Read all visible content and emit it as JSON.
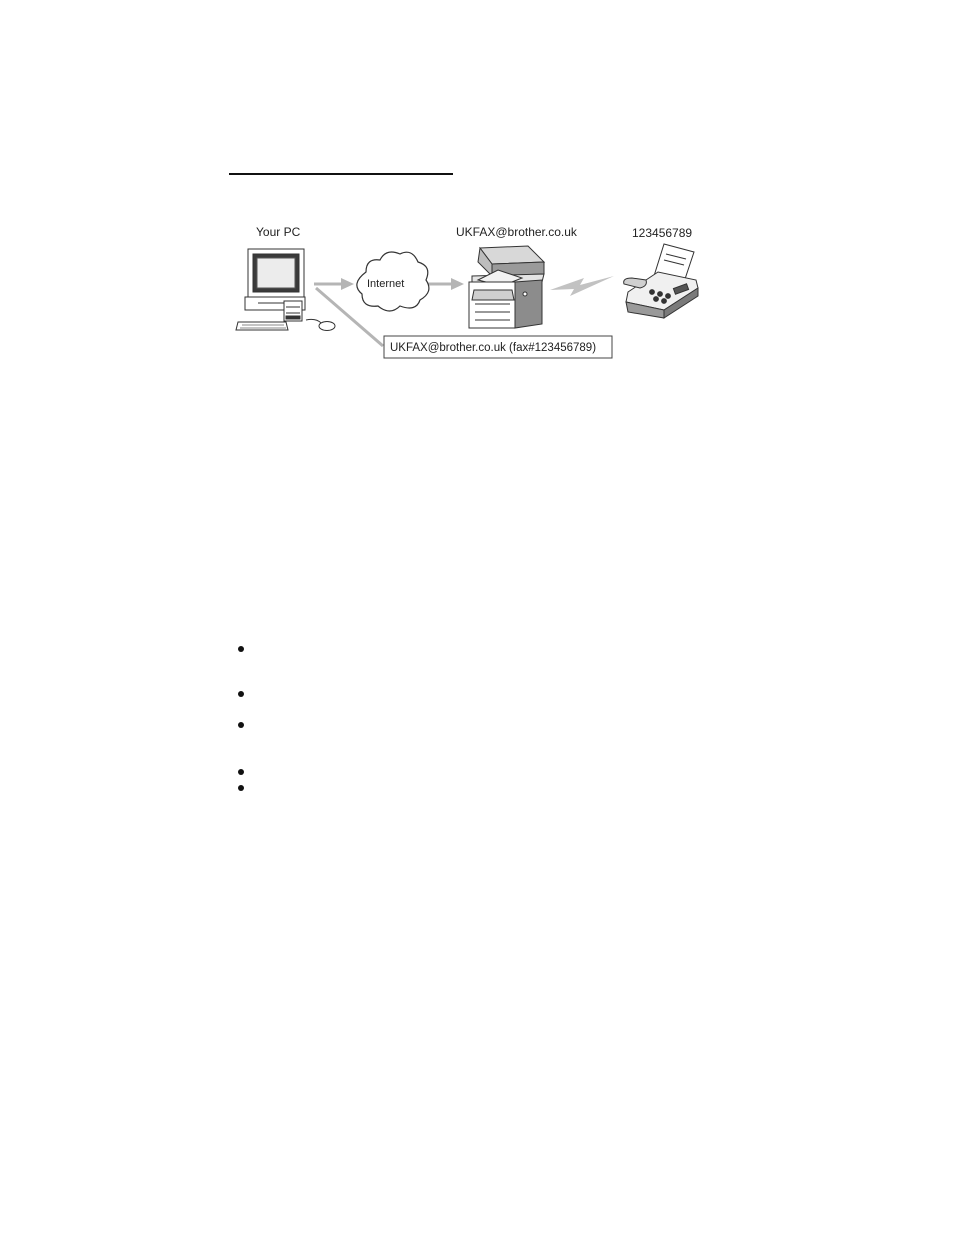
{
  "diagram": {
    "pc_label": "Your PC",
    "internet_label": "Internet",
    "printer_label": "UKFAX@brother.co.uk",
    "fax_label": "123456789",
    "address_box_text": "UKFAX@brother.co.uk (fax#123456789)",
    "colors": {
      "arrow": "#b5b5b5",
      "outline": "#333333",
      "box_border": "#444444"
    }
  },
  "bullet_list": {
    "item_count": 5
  }
}
